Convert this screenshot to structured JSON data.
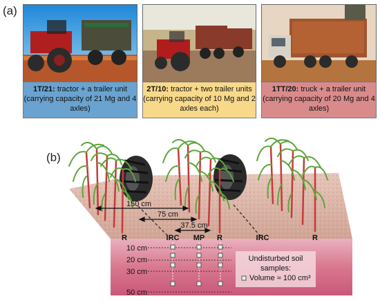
{
  "panel_a": {
    "label": "(a)",
    "units": [
      {
        "code": "1T/21:",
        "desc": " tractor + a trailer unit (carrying capacity of 21 Mg and 4 axles)",
        "bg": "#6aa3cf"
      },
      {
        "code": "2T/10:",
        "desc": " tractor + two trailer units  (carrying capacity of 10 Mg and 2 axles each)",
        "bg": "#f8d98a"
      },
      {
        "code": "1TT/20:",
        "desc": " truck + a trailer unit (carrying capacity of 20 Mg and 4 axles)",
        "bg": "#d98b8b"
      }
    ]
  },
  "panel_b": {
    "label": "(b)",
    "dim_150": "150 cm",
    "dim_75": "75 cm",
    "dim_375": "37.5 cm",
    "pos_r_left": "R",
    "pos_irc_left": "IRC",
    "pos_mp": "MP",
    "pos_r_mid": "R",
    "pos_irc_right": "IRC",
    "pos_r_right": "R",
    "depths": [
      "10 cm",
      "20 cm",
      "30 cm",
      "50 cm"
    ],
    "legend_line1": "Undisturbed soil",
    "legend_line2": "samples:",
    "legend_line3": "Volume ≈ 100 cm³"
  },
  "colors": {
    "soil_top": "#d9b3a6",
    "soil_profile": "#d56d86",
    "cane": "#5da63a",
    "stalk": "#c7393b"
  }
}
